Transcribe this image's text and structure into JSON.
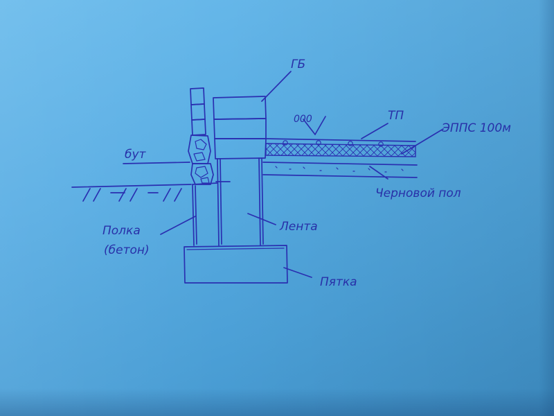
{
  "labels": {
    "gb": "ГБ",
    "ooo": "000",
    "tp": "ТП",
    "epps": "ЭППС 100м",
    "but": "бут",
    "chernovoy_pol": "Черновой пол",
    "polka_line1": "Полка",
    "polka_line2": "(бетон)",
    "lenta": "Лента",
    "pyatka": "Пятка"
  },
  "colors": {
    "paper": "#5aaee4",
    "ink": "#2a2fb0"
  }
}
